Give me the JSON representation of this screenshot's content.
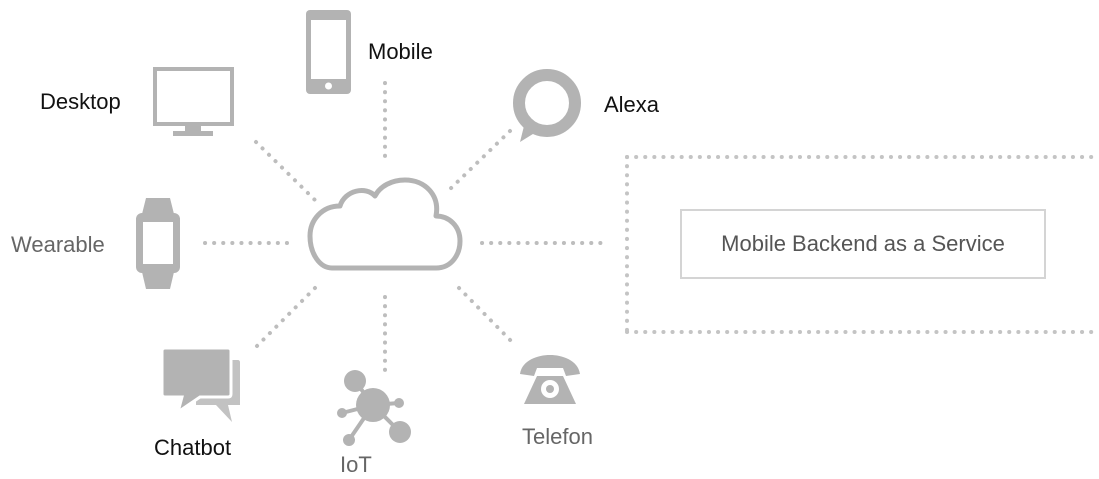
{
  "diagram": {
    "nodes": {
      "desktop": {
        "label": "Desktop",
        "icon": "desktop-monitor-icon"
      },
      "mobile": {
        "label": "Mobile",
        "icon": "smartphone-icon"
      },
      "alexa": {
        "label": "Alexa",
        "icon": "alexa-ring-icon"
      },
      "wearable": {
        "label": "Wearable",
        "icon": "smartwatch-icon"
      },
      "chatbot": {
        "label": "Chatbot",
        "icon": "chat-bubbles-icon"
      },
      "iot": {
        "label": "IoT",
        "icon": "network-nodes-icon"
      },
      "telefon": {
        "label": "Telefon",
        "icon": "telephone-icon"
      }
    },
    "hub": {
      "icon": "cloud-icon"
    },
    "service": {
      "label": "Mobile Backend as a Service"
    },
    "colors": {
      "icon_gray": "#b3b3b3",
      "dot_gray": "#bdbdbd",
      "box_border": "#d4d4d4"
    }
  }
}
